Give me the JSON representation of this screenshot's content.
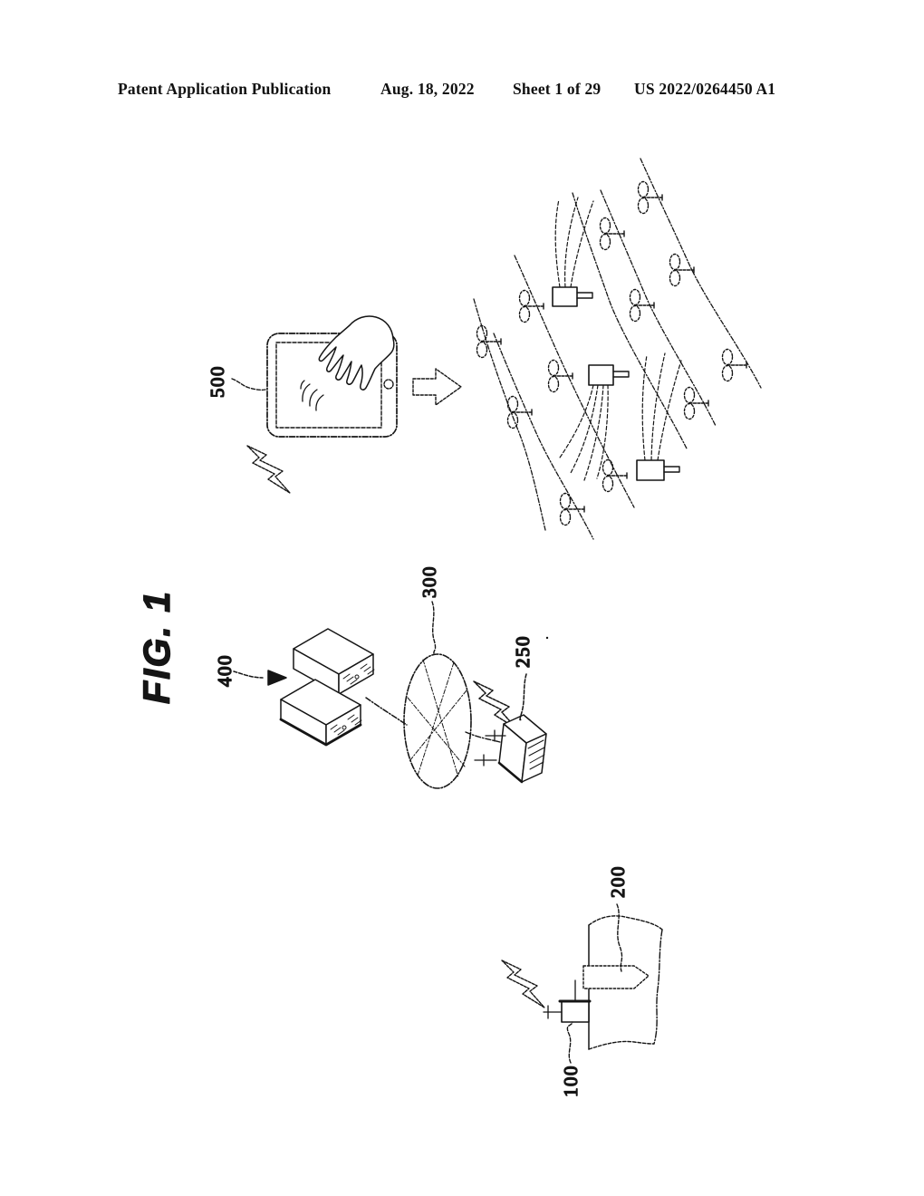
{
  "page": {
    "paper_color": "#ffffff",
    "ink_color": "#151515"
  },
  "header": {
    "publication": "Patent Application Publication",
    "date": "Aug. 18, 2022",
    "sheet": "Sheet 1 of 29",
    "doc_number": "US 2022/0264450 A1"
  },
  "figure": {
    "label": "FIG. 1"
  },
  "ref_labels": {
    "user_terminal": "500",
    "management_server": "400",
    "network": "300",
    "relay_device": "250",
    "tree": "200",
    "sensor_device": "100"
  }
}
